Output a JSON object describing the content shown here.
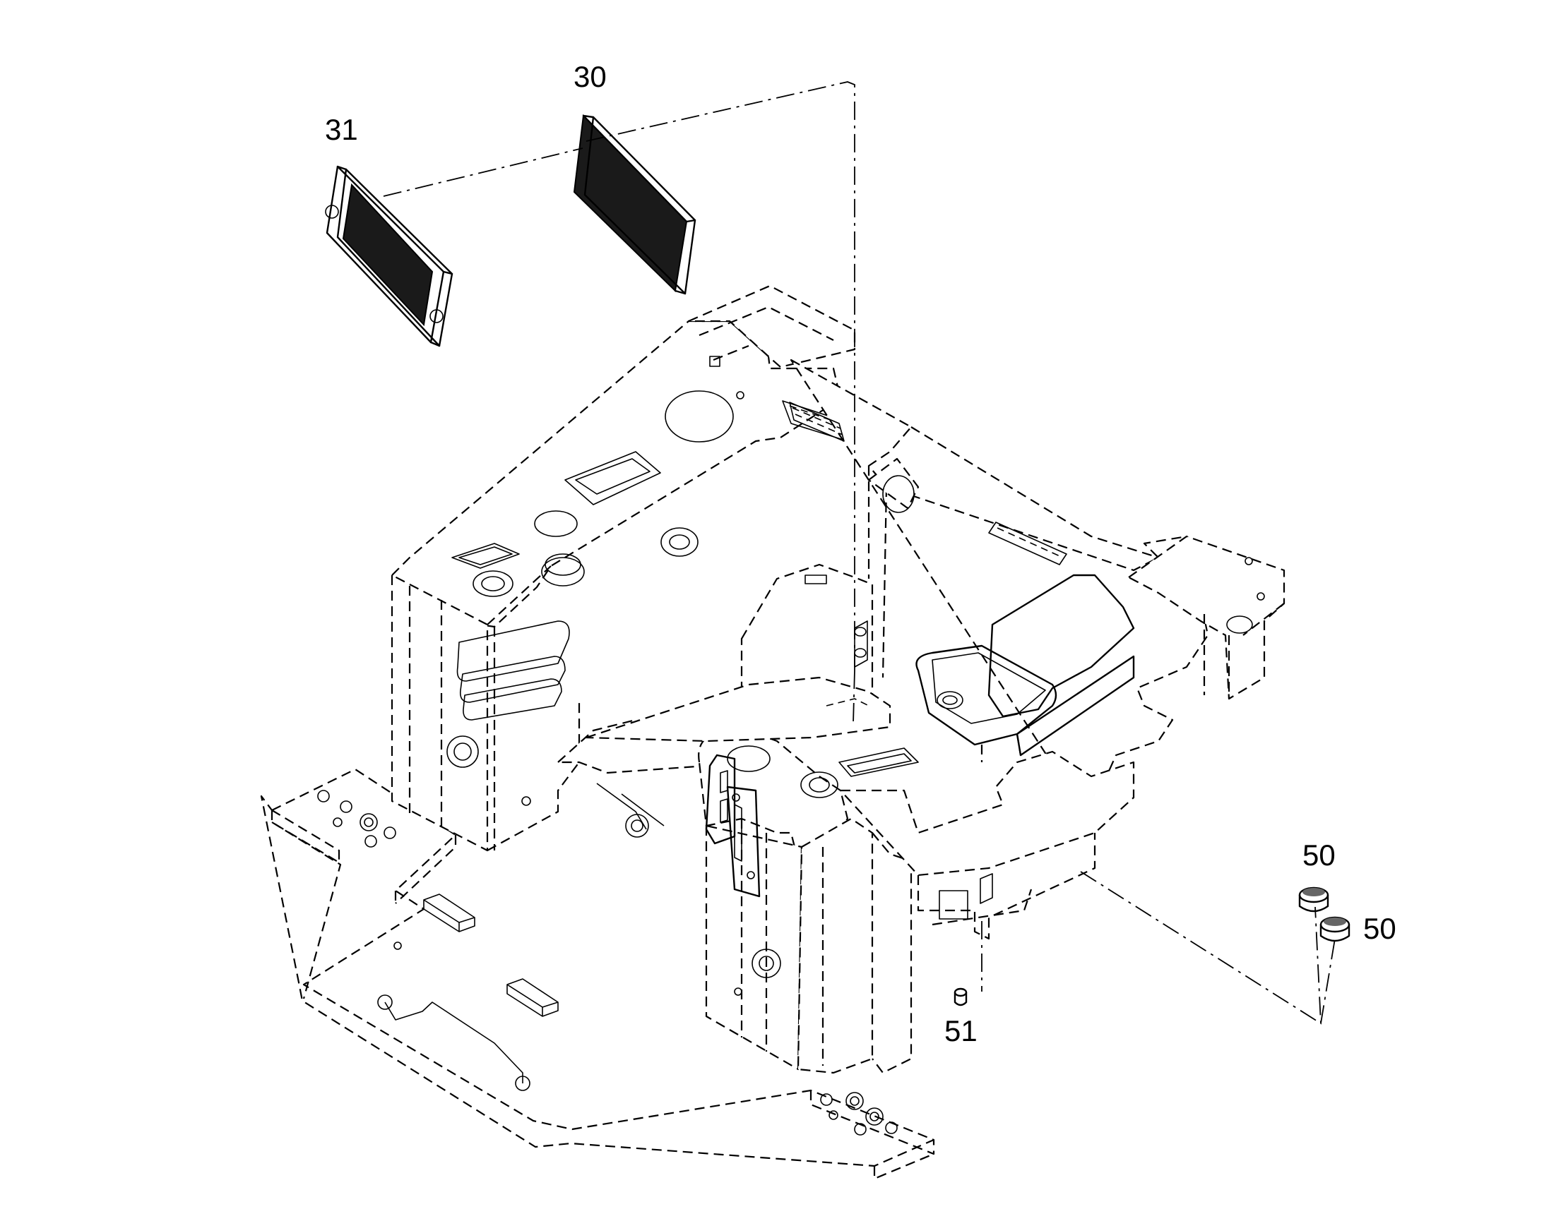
{
  "diagram": {
    "callouts": [
      {
        "id": "30",
        "label": "30"
      },
      {
        "id": "31",
        "label": "31"
      },
      {
        "id": "50a",
        "label": "50"
      },
      {
        "id": "50b",
        "label": "50"
      },
      {
        "id": "51",
        "label": "51"
      }
    ]
  }
}
